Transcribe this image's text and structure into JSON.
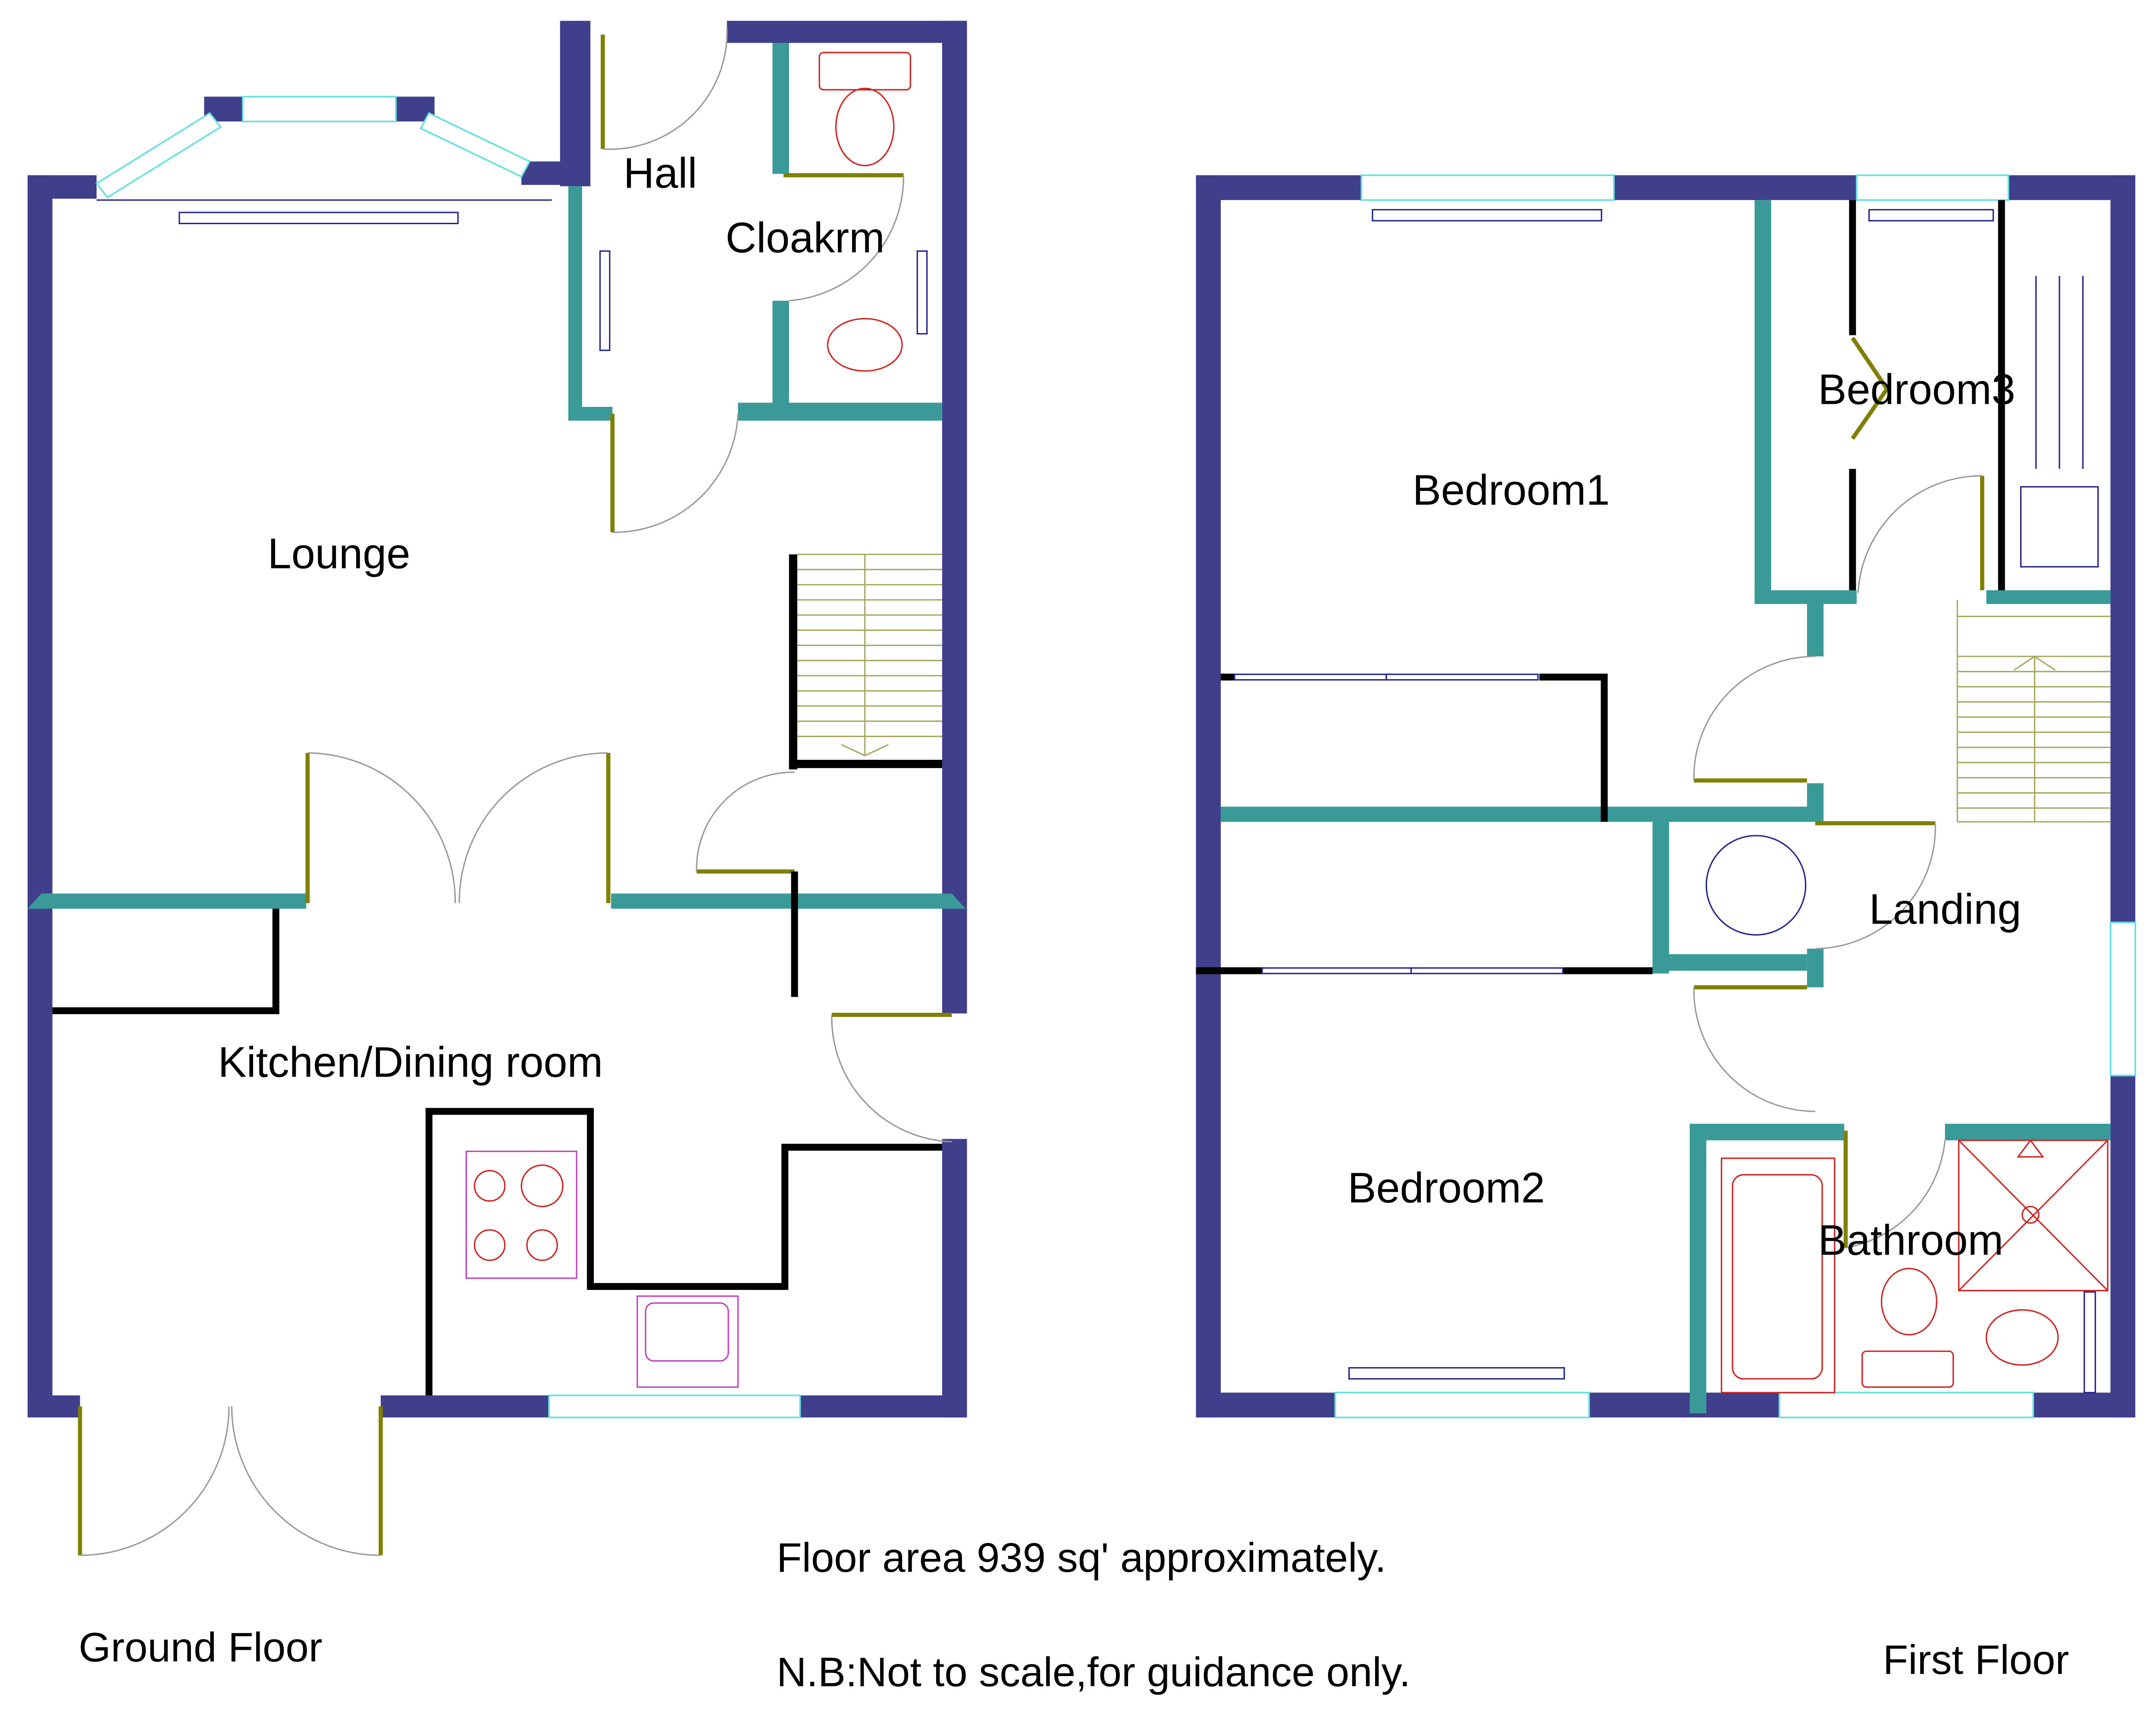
{
  "title": "Floor plan",
  "ground_floor": {
    "label": "Ground Floor",
    "rooms": [
      {
        "name": "Lounge"
      },
      {
        "name": "Hall"
      },
      {
        "name": "Cloakrm"
      },
      {
        "name": "Kitchen/Dining room"
      }
    ]
  },
  "first_floor": {
    "label": "First Floor",
    "rooms": [
      {
        "name": "Bedroom1"
      },
      {
        "name": "Bedroom3"
      },
      {
        "name": "Landing"
      },
      {
        "name": "Bedroom2"
      },
      {
        "name": "Bathroom"
      }
    ]
  },
  "notes": {
    "floor_area": "Floor area 939 sq' approximately.",
    "disclaimer": "N.B:Not to scale,for guidance only."
  },
  "colors": {
    "external_wall": "#3f3f8c",
    "internal_wall": "#3a9a98",
    "door": "#7f7f00",
    "window": "#66e0e0",
    "sanitary": "#d02020"
  }
}
